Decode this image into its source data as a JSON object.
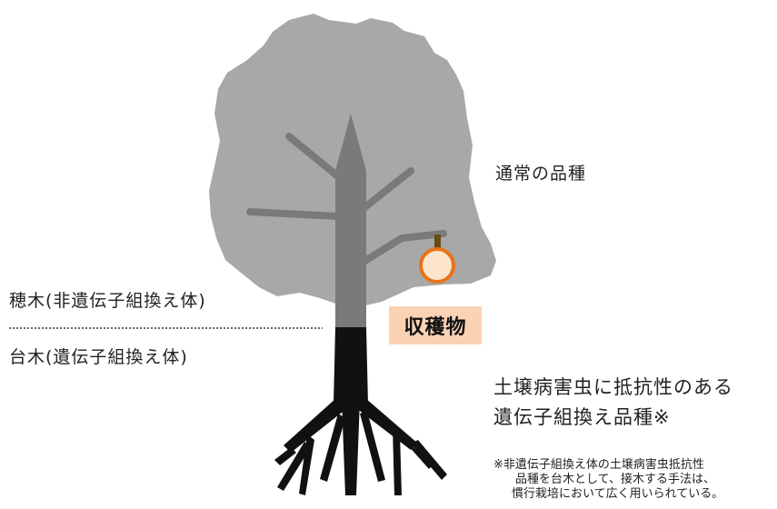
{
  "labels": {
    "scion": "穂木(非遺伝子組換え体)",
    "rootstock": "台木(遺伝子組換え体)",
    "normal_variety": "通常の品種",
    "harvest": "収穫物",
    "gm_variety_line1": "土壌病害虫に抵抗性のある",
    "gm_variety_line2": "遺伝子組換え品種※"
  },
  "footnote": {
    "line1": "※非遺伝子組換え体の土壌病害虫抵抗性",
    "line2": "品種を台木として、接木する手法は、",
    "line3": "慣行栽培において広く用いられている。"
  },
  "colors": {
    "canopy": "#a8a8a8",
    "scion_trunk": "#7a7a7a",
    "rootstock": "#111111",
    "fruit_fill": "#fde5cc",
    "fruit_stroke": "#e8731a",
    "stem": "#6b4a17",
    "harvest_bg": "#fad2b4"
  }
}
